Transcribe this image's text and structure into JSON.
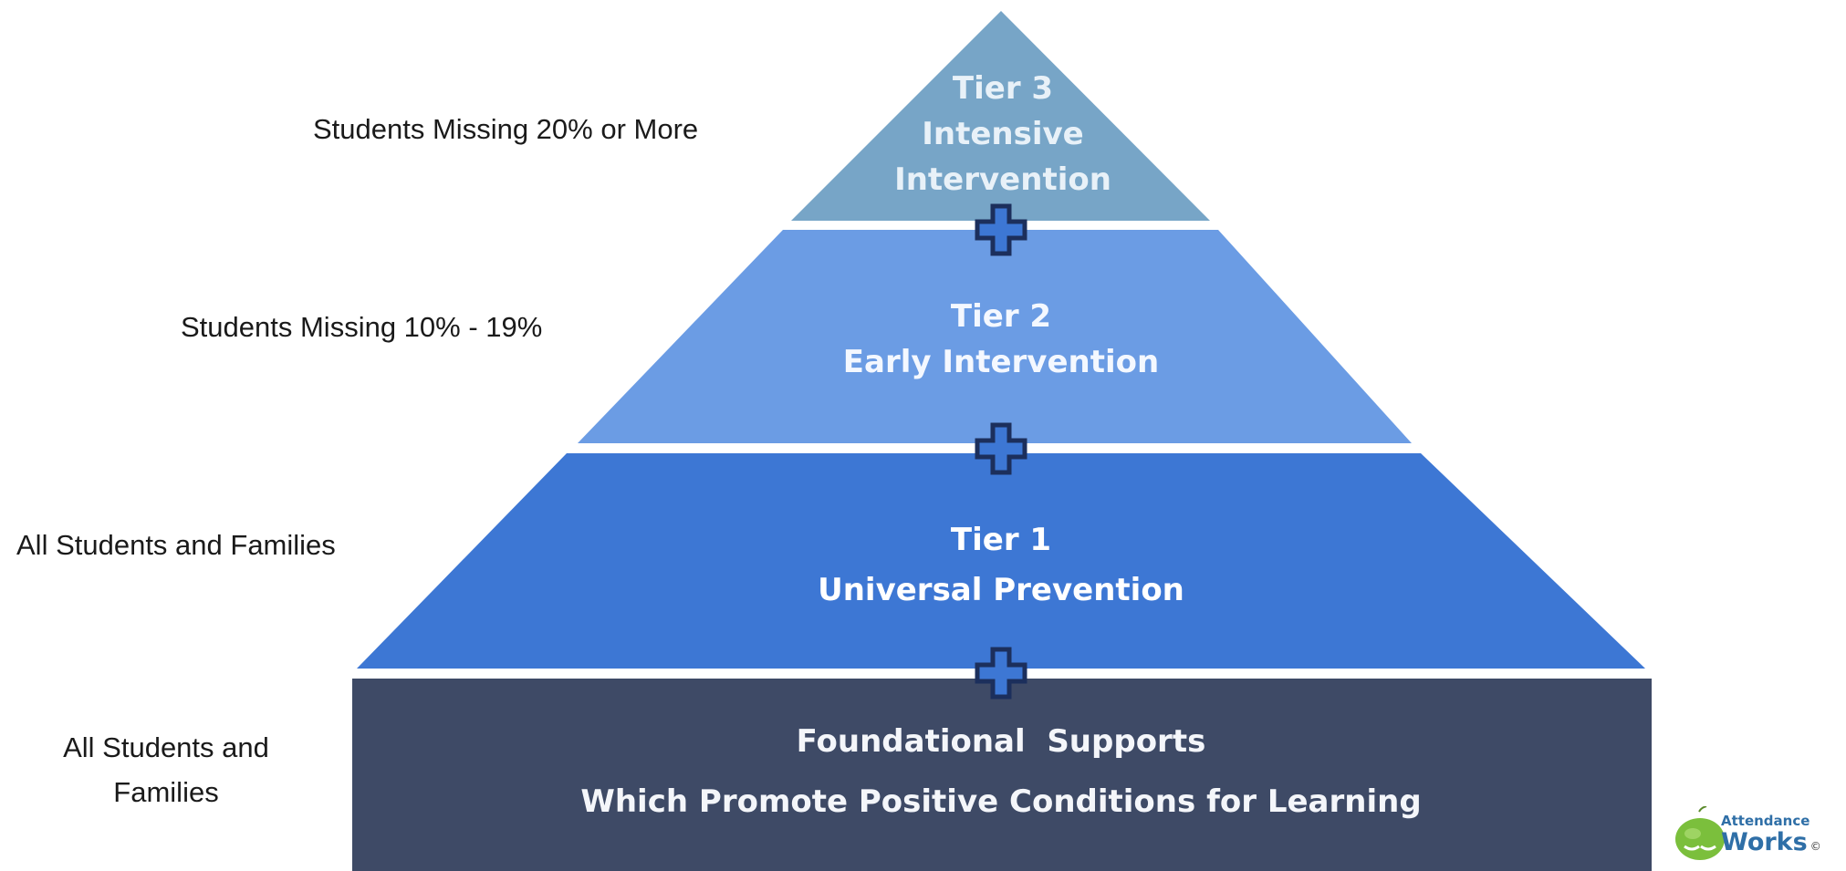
{
  "colors": {
    "tier3": "#77a5c7",
    "tier2": "#6b9ce4",
    "tier1": "#3d77d4",
    "foundation": "#3e4a66",
    "plus_fill": "#3d77d4",
    "plus_stroke": "#1c2f5c"
  },
  "pyramid": {
    "tier3": {
      "lines": [
        "Tier 3",
        "Intensive",
        "Intervention"
      ],
      "side_label": "Students Missing 20% or More"
    },
    "tier2": {
      "lines": [
        "Tier 2",
        "Early Intervention"
      ],
      "side_label": "Students Missing 10% - 19%"
    },
    "tier1": {
      "lines": [
        "Tier 1",
        "Universal Prevention"
      ],
      "side_label": "All Students and Families"
    },
    "foundation": {
      "lines": [
        "Foundational  Supports",
        "Which Promote Positive Conditions for Learning"
      ],
      "side_label": "All Students and Families"
    }
  },
  "connectors": {
    "icon": "plus-icon",
    "count": 3
  },
  "logo": {
    "line1": "Attendance",
    "line2": "Works",
    "mark": "©",
    "icon": "apple-hands-icon"
  }
}
